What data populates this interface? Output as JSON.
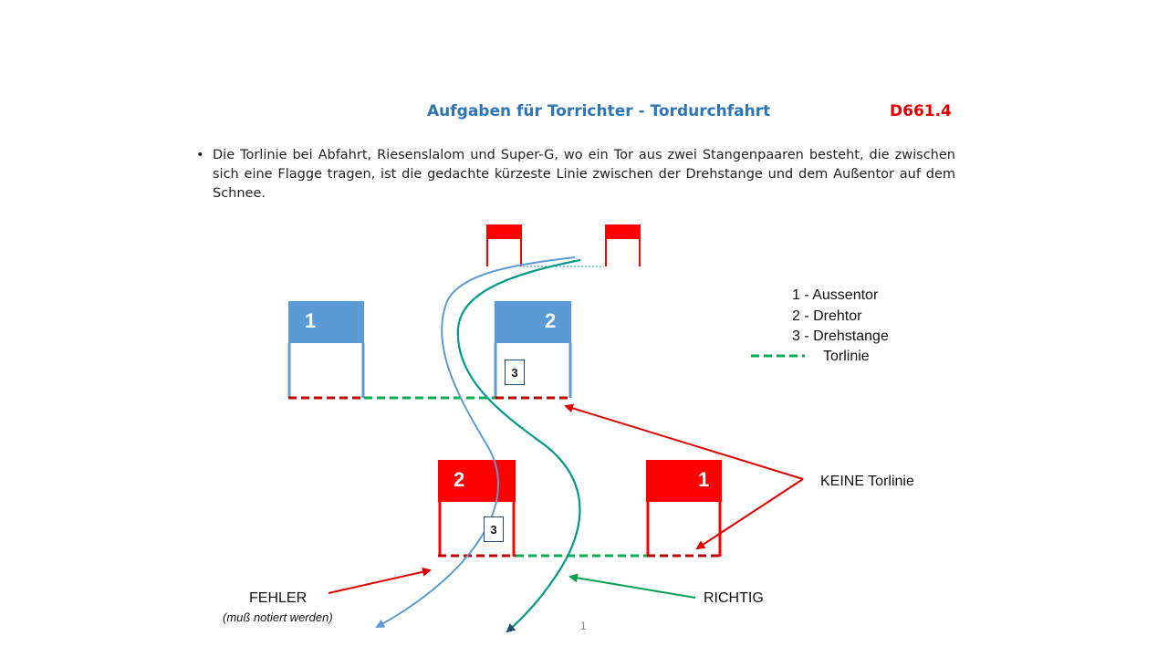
{
  "header": {
    "title": "Aufgaben für Torrichter - Tordurchfahrt",
    "code": "D661.4"
  },
  "bullet": {
    "marker": "•",
    "text": "Die Torlinie bei Abfahrt, Riesenslalom und Super-G, wo ein Tor aus zwei Stangenpaaren besteht, die zwischen sich eine Flagge tragen, ist die gedachte kürzeste Linie zwischen der Drehstange und dem Außentor auf dem Schnee."
  },
  "legend": {
    "item1": "1 -  Aussentor",
    "item2": "2 -  Drehtor",
    "item3": "3 -  Drehstange",
    "item4": "Torlinie"
  },
  "gates": {
    "blue_outer": "1",
    "blue_turn": "2",
    "red_turn": "2",
    "red_outer": "1",
    "blue_stake": "3",
    "red_stake": "3"
  },
  "labels": {
    "keine": "KEINE Torlinie",
    "fehler": "FEHLER",
    "fehler_note": "(muß notiert werden)",
    "richtig": "RICHTIG"
  },
  "page_number": "1",
  "colors": {
    "blue_gate": "#5b9bd5",
    "red_gate": "#ff0000",
    "dashed_red": "#c00000",
    "dashed_green": "#00b050",
    "title_blue": "#2e75b6",
    "wrong_path": "#5b9bd5",
    "right_path": "#00998a"
  }
}
